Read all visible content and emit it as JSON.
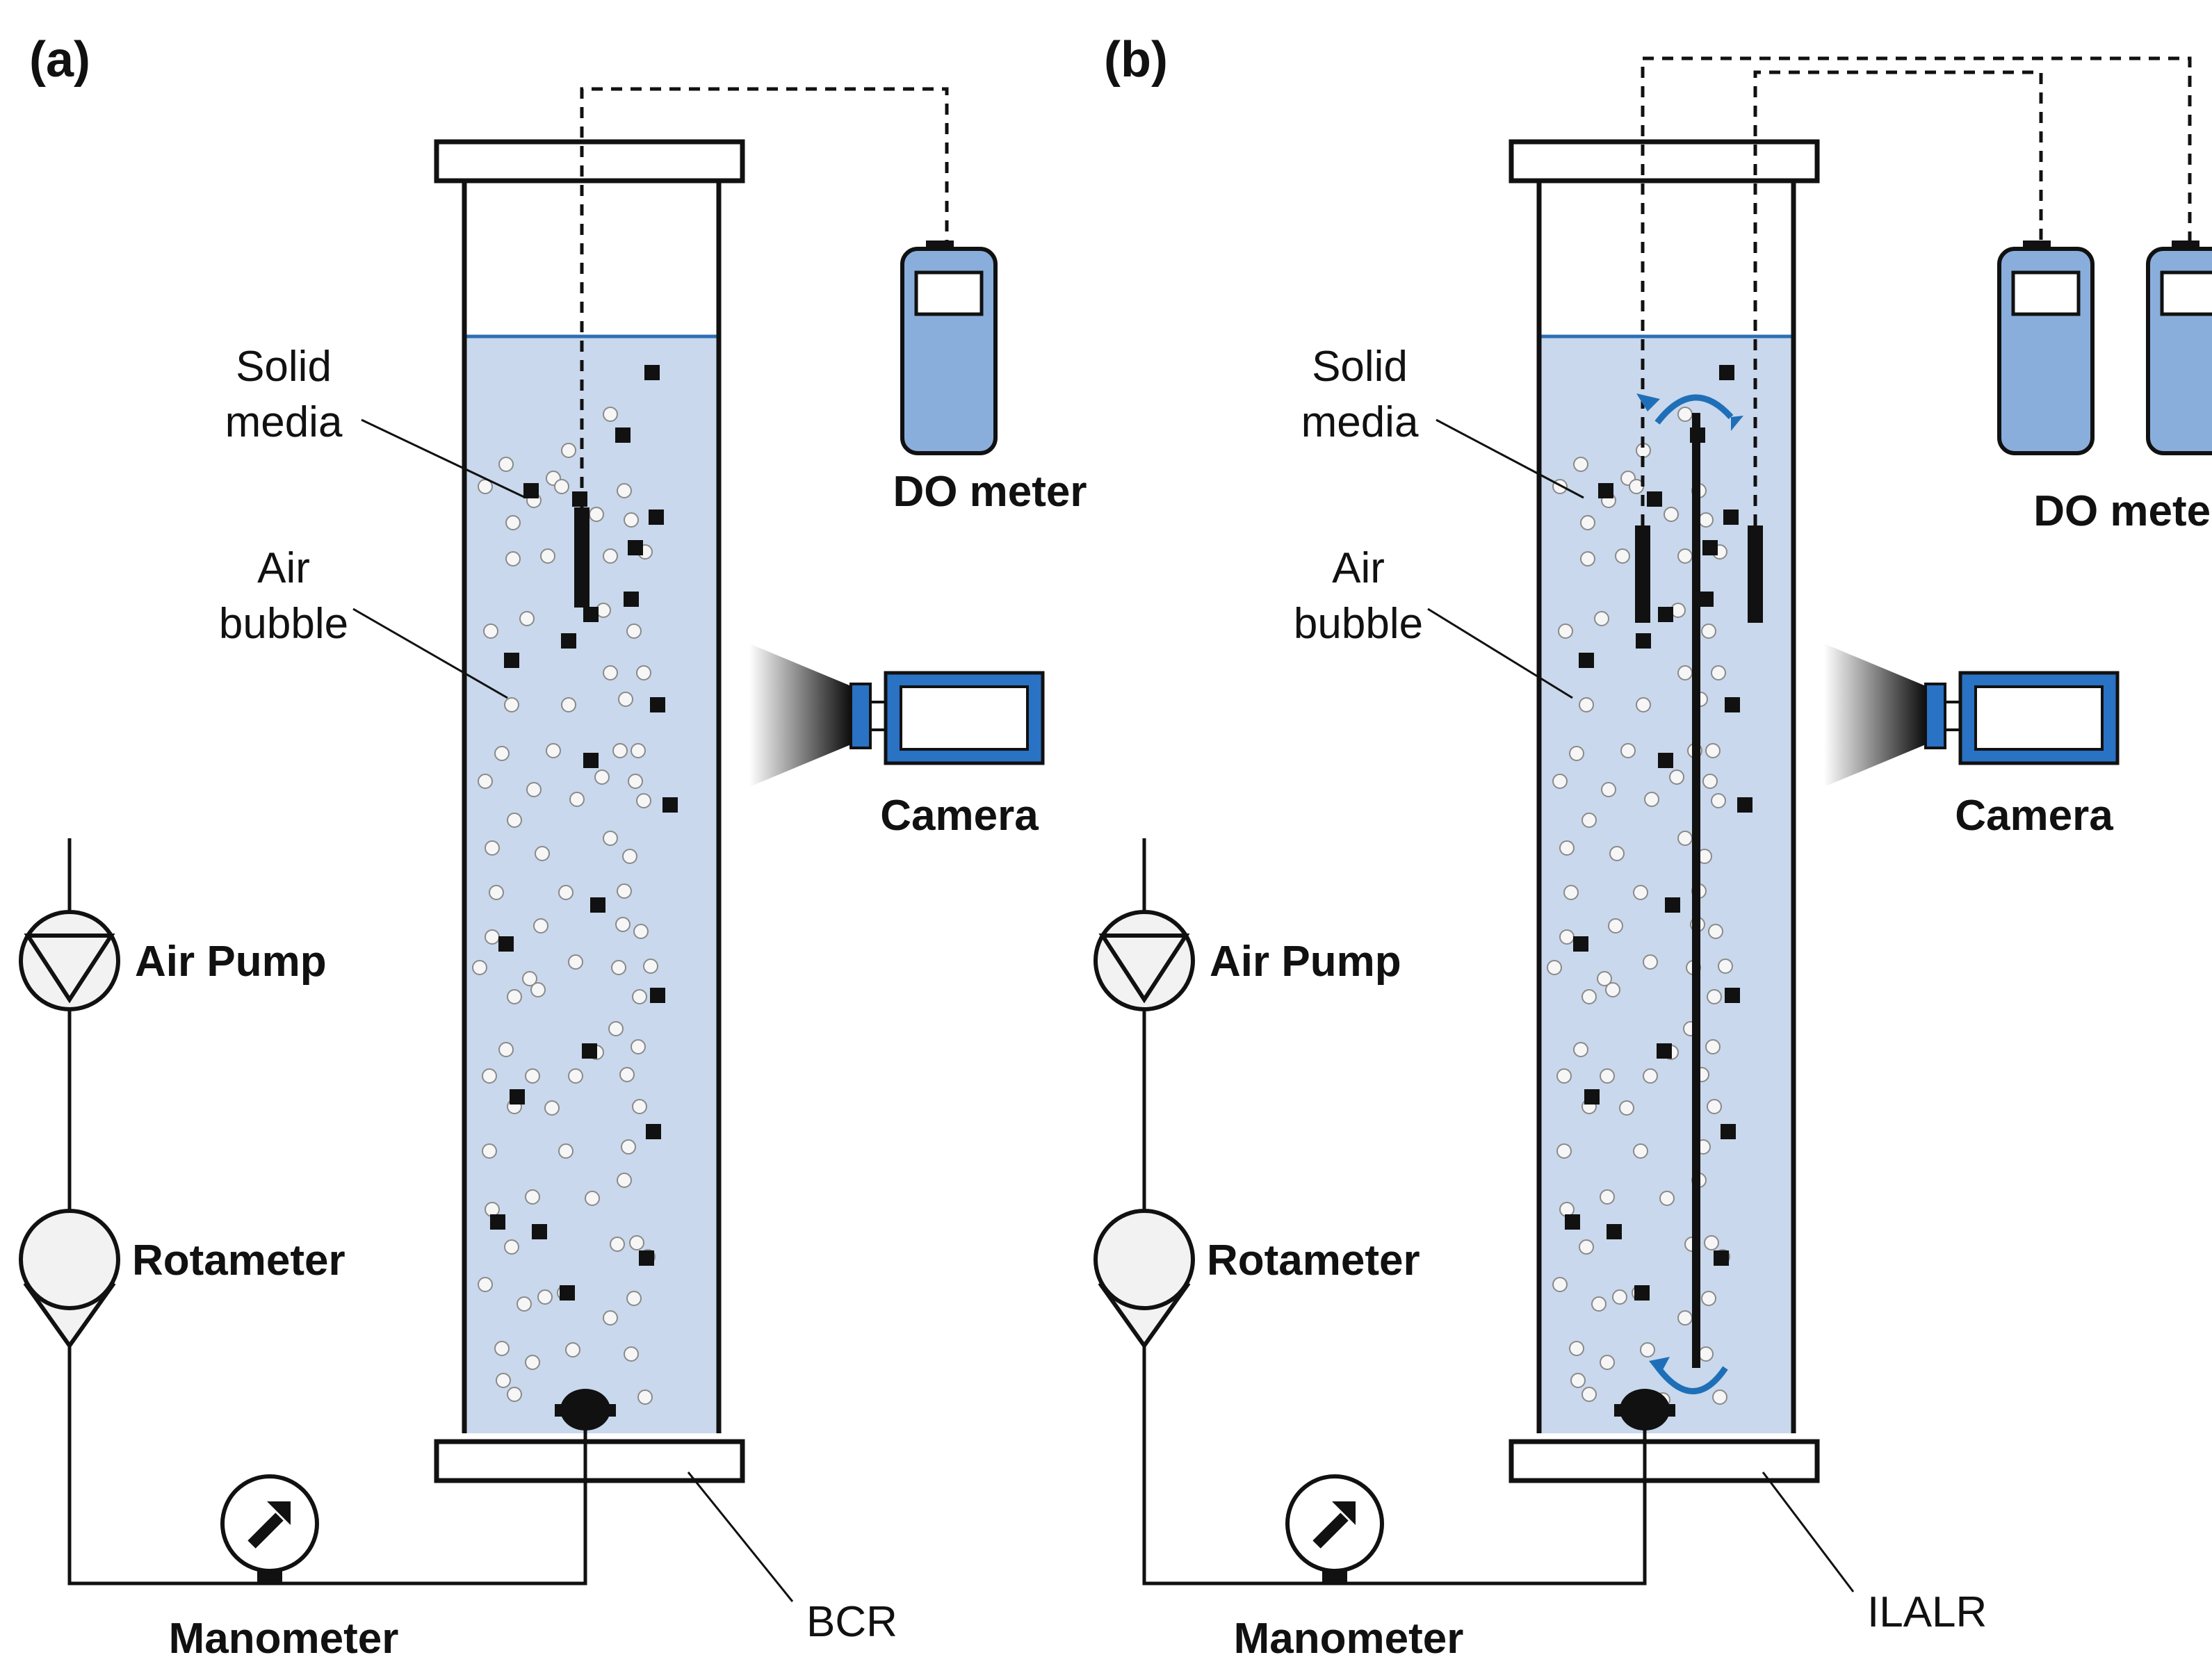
{
  "panels": [
    {
      "id": "a",
      "tag": "(a)",
      "solid_media_label": [
        "Solid",
        "media"
      ],
      "air_bubble_label": [
        "Air",
        "bubble"
      ],
      "meter_label": "DO meter",
      "camera_label": "Camera",
      "pump_label": "Air Pump",
      "rotameter_label": "Rotameter",
      "manometer_label": "Manometer",
      "reactor_label": "BCR"
    },
    {
      "id": "b",
      "tag": "(b)",
      "solid_media_label": [
        "Solid",
        "media"
      ],
      "air_bubble_label": [
        "Air",
        "bubble"
      ],
      "meter_label": "DO meters",
      "camera_label": "Camera",
      "pump_label": "Air Pump",
      "rotameter_label": "Rotameter",
      "manometer_label": "Manometer",
      "reactor_label": "ILALR"
    }
  ],
  "colors": {
    "liquid": "#c9d8ec",
    "liquid_surface": "#2e6fb5",
    "meter_body": "#8aaedc",
    "camera_blue": "#2a72c4",
    "circulation_arrow": "#1f6fb8",
    "line": "#111111"
  },
  "icons": {
    "pump": "triangle-in-circle-icon",
    "rotameter": "flow-meter-icon",
    "manometer": "gauge-arrow-icon",
    "camera": "camera-icon",
    "do_meter": "handheld-meter-icon",
    "sparger": "gas-sparger-icon"
  }
}
